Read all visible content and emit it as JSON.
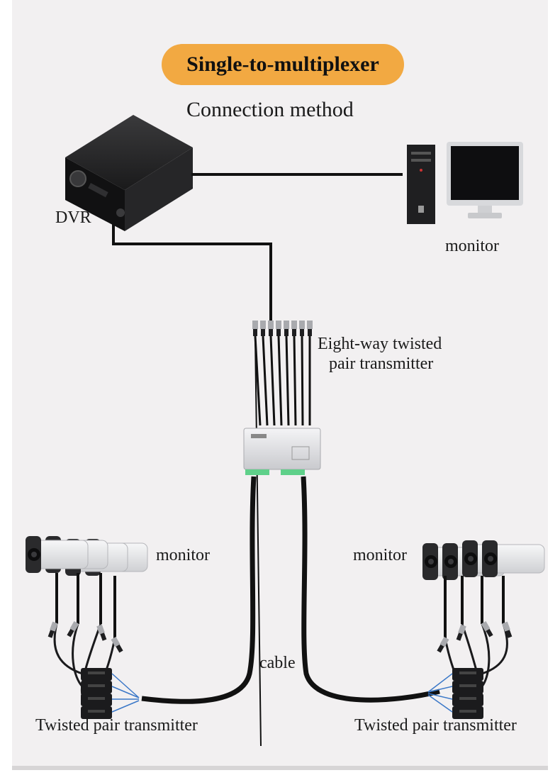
{
  "title": "Single-to-multiplexer",
  "subtitle": "Connection method",
  "labels": {
    "dvr": "DVR",
    "top_monitor": "monitor",
    "hub_line1": "Eight-way twisted",
    "hub_line2": "pair transmitter",
    "left_monitor": "monitor",
    "right_monitor": "monitor",
    "cable": "cable",
    "left_transmitter": "Twisted pair transmitter",
    "right_transmitter": "Twisted pair transmitter"
  },
  "colors": {
    "background": "#f2f0f1",
    "title_pill": "#f2a942",
    "device_dark": "#1c1c1e",
    "camera_body": "#e8e8ea",
    "connector_green": "#5fd08a"
  }
}
